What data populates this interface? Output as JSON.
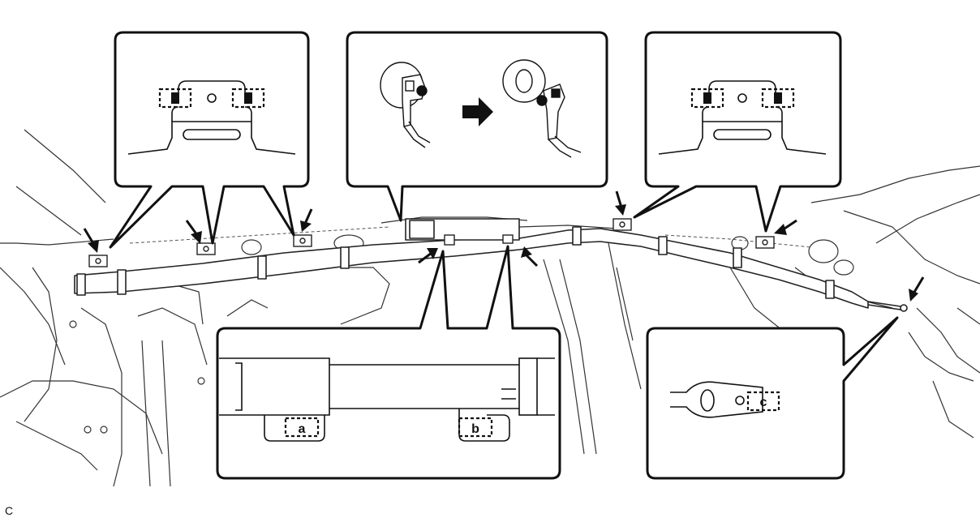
{
  "figure": {
    "corner_code": "C"
  },
  "callouts": {
    "clip_a": "a",
    "clip_b": "b",
    "clip_c": "c"
  },
  "colors": {
    "line": "#222222",
    "panel_fill": "#ffffff",
    "background": "#ffffff"
  }
}
